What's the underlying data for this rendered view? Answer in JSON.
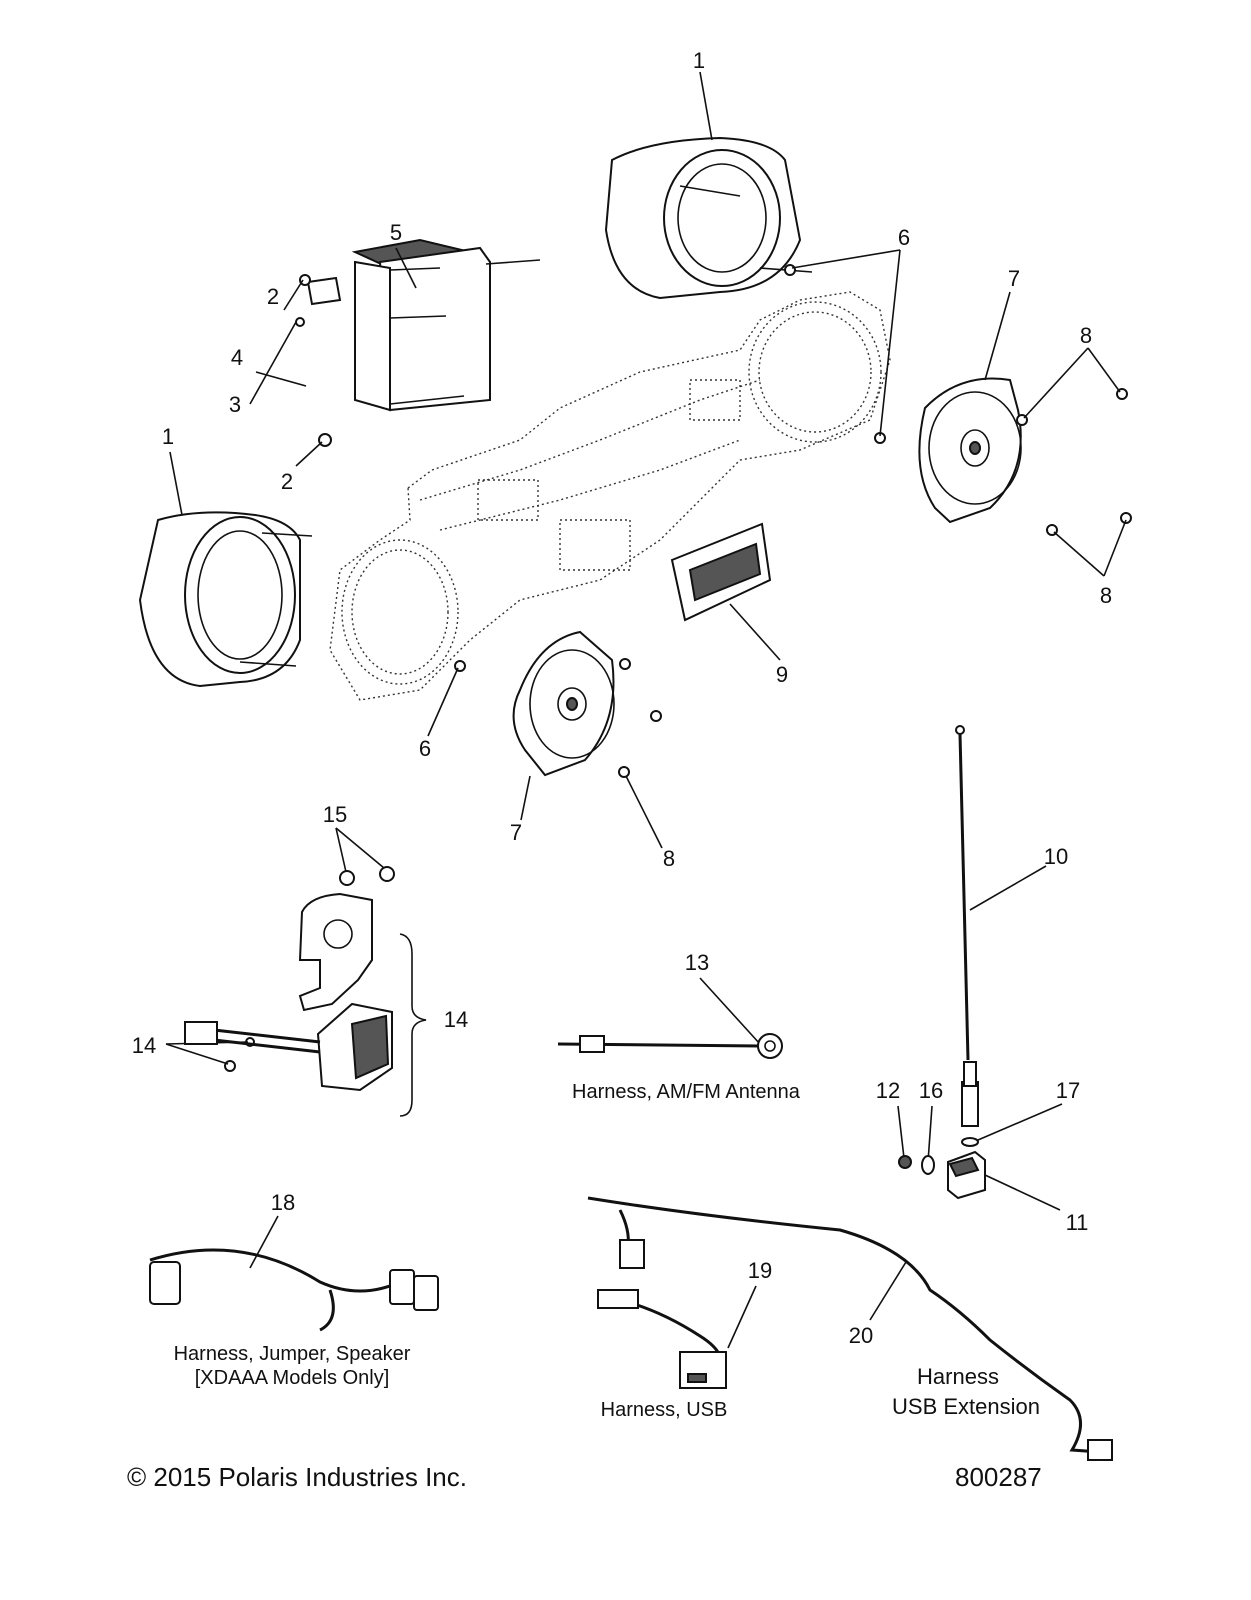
{
  "callouts": {
    "c1a": "1",
    "c1b": "1",
    "c2a": "2",
    "c2b": "2",
    "c3": "3",
    "c4": "4",
    "c5": "5",
    "c6a": "6",
    "c6b": "6",
    "c7a": "7",
    "c7b": "7",
    "c8a": "8",
    "c8b": "8",
    "c8c": "8",
    "c9": "9",
    "c10": "10",
    "c11": "11",
    "c12": "12",
    "c13": "13",
    "c14a": "14",
    "c14b": "14",
    "c15": "15",
    "c16": "16",
    "c17": "17",
    "c18": "18",
    "c19": "19",
    "c20": "20"
  },
  "captions": {
    "antenna_harness": "Harness, AM/FM Antenna",
    "jumper_line1": "Harness, Jumper, Speaker",
    "jumper_line2": "[XDAAA Models Only]",
    "usb": "Harness, USB",
    "usb_ext_line1": "Harness",
    "usb_ext_line2": "USB Extension"
  },
  "footer": {
    "copyright": "© 2015 Polaris Industries Inc.",
    "diagram_number": "800287"
  }
}
